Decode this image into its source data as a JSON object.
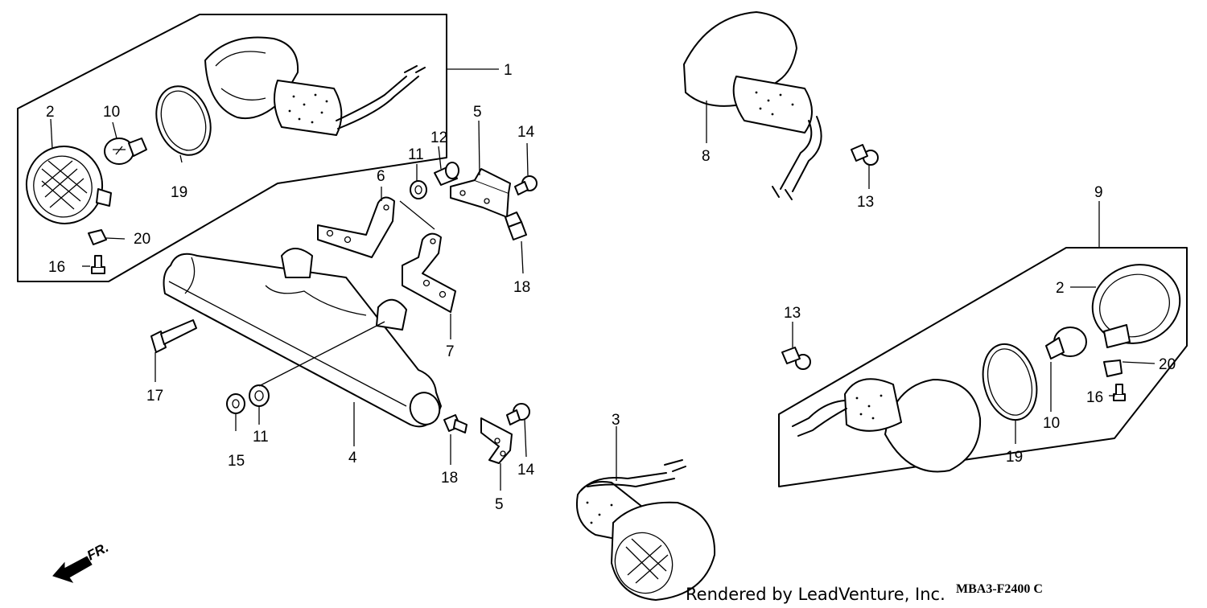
{
  "callouts": [
    {
      "id": "c1",
      "label": "1"
    },
    {
      "id": "c2a",
      "label": "2"
    },
    {
      "id": "c2b",
      "label": "2"
    },
    {
      "id": "c3",
      "label": "3"
    },
    {
      "id": "c4",
      "label": "4"
    },
    {
      "id": "c5a",
      "label": "5"
    },
    {
      "id": "c5b",
      "label": "5"
    },
    {
      "id": "c6",
      "label": "6"
    },
    {
      "id": "c7",
      "label": "7"
    },
    {
      "id": "c8",
      "label": "8"
    },
    {
      "id": "c9",
      "label": "9"
    },
    {
      "id": "c10a",
      "label": "10"
    },
    {
      "id": "c10b",
      "label": "10"
    },
    {
      "id": "c11a",
      "label": "11"
    },
    {
      "id": "c11b",
      "label": "11"
    },
    {
      "id": "c12",
      "label": "12"
    },
    {
      "id": "c13a",
      "label": "13"
    },
    {
      "id": "c13b",
      "label": "13"
    },
    {
      "id": "c14a",
      "label": "14"
    },
    {
      "id": "c14b",
      "label": "14"
    },
    {
      "id": "c15",
      "label": "15"
    },
    {
      "id": "c16a",
      "label": "16"
    },
    {
      "id": "c16b",
      "label": "16"
    },
    {
      "id": "c17",
      "label": "17"
    },
    {
      "id": "c18a",
      "label": "18"
    },
    {
      "id": "c18b",
      "label": "18"
    },
    {
      "id": "c19a",
      "label": "19"
    },
    {
      "id": "c19b",
      "label": "19"
    },
    {
      "id": "c20a",
      "label": "20"
    },
    {
      "id": "c20b",
      "label": "20"
    }
  ],
  "direction_label": "FR.",
  "credit": "Rendered by LeadVenture, Inc.",
  "diagram_code": "MBA3-F2400 C"
}
